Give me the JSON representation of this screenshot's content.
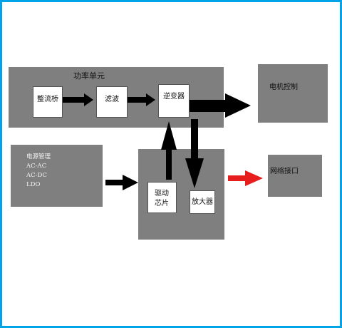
{
  "diagram": {
    "power_unit": {
      "title": "功率单元",
      "rectifier": "整流桥",
      "filter": "滤波",
      "inverter": "逆变器"
    },
    "motor_control": "电机控制",
    "power_management": {
      "title": "电源管理",
      "lines": [
        "AC-AC",
        "AC-DC",
        "LDO"
      ]
    },
    "controller": {
      "driver_chip_line1": "驱动",
      "driver_chip_line2": "芯片",
      "amplifier": "放大器"
    },
    "network_interface": "网络接口"
  },
  "colors": {
    "frame": "#00a2e8",
    "block": "#7f7f7f",
    "arrow": "#000000",
    "network_arrow": "#e61e1e"
  }
}
